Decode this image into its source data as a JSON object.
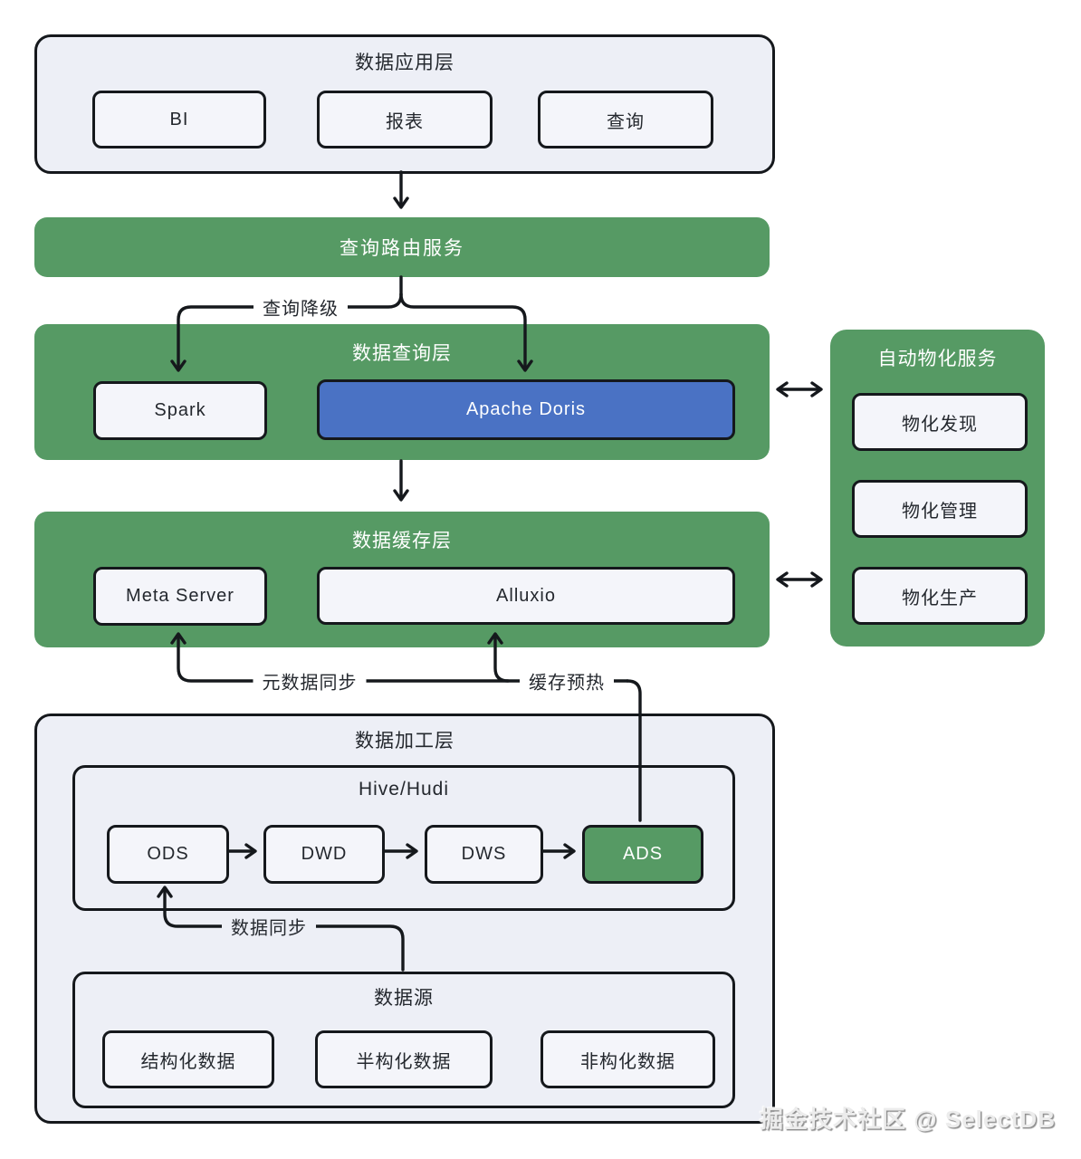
{
  "colors": {
    "green": "#569a64",
    "blue": "#4a72c4",
    "panel_bg": "#edeff6",
    "box_bg": "#f4f5fa",
    "border": "#15181c"
  },
  "app_layer": {
    "title": "数据应用层",
    "items": [
      "BI",
      "报表",
      "查询"
    ]
  },
  "routing": {
    "label": "查询路由服务"
  },
  "query_layer": {
    "title": "数据查询层",
    "spark": "Spark",
    "doris": "Apache Doris"
  },
  "mat_panel": {
    "title": "自动物化服务",
    "items": [
      "物化发现",
      "物化管理",
      "物化生产"
    ]
  },
  "cache_layer": {
    "title": "数据缓存层",
    "meta_server": "Meta Server",
    "alluxio": "Alluxio"
  },
  "proc_layer": {
    "title": "数据加工层",
    "hive": {
      "title": "Hive/Hudi",
      "stages": [
        "ODS",
        "DWD",
        "DWS",
        "ADS"
      ]
    },
    "datasource": {
      "title": "数据源",
      "items": [
        "结构化数据",
        "半构化数据",
        "非构化数据"
      ]
    }
  },
  "labels": {
    "query_downgrade": "查询降级",
    "metadata_sync": "元数据同步",
    "cache_preheat": "缓存预热",
    "data_sync": "数据同步"
  },
  "watermark": {
    "text": "掘金技术社区 @ SelectDB"
  }
}
